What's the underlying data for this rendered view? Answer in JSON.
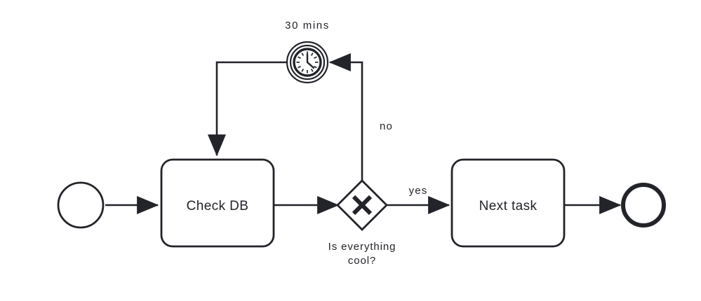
{
  "diagram": {
    "type": "bpmn-process",
    "background_color": "#ffffff",
    "stroke_color": "#22242a",
    "fill_color": "#ffffff"
  },
  "nodes": {
    "start_event": {
      "name": "start-event",
      "shape": "circle"
    },
    "check_db_task": {
      "label": "Check DB",
      "shape": "rounded-rectangle"
    },
    "gateway": {
      "marker": "X",
      "label": "Is everything",
      "label_line2": "cool?",
      "shape": "diamond"
    },
    "next_task": {
      "label": "Next task",
      "shape": "rounded-rectangle"
    },
    "end_event": {
      "name": "end-event",
      "shape": "thick-circle"
    },
    "timer_event": {
      "label": "30 mins",
      "shape": "double-circle-clock"
    }
  },
  "flows": {
    "start_to_check": {
      "label": ""
    },
    "check_to_gateway": {
      "label": ""
    },
    "gateway_yes": {
      "label": "yes"
    },
    "gateway_no": {
      "label": "no"
    },
    "timer_to_check": {
      "label": ""
    },
    "next_to_end": {
      "label": ""
    }
  }
}
